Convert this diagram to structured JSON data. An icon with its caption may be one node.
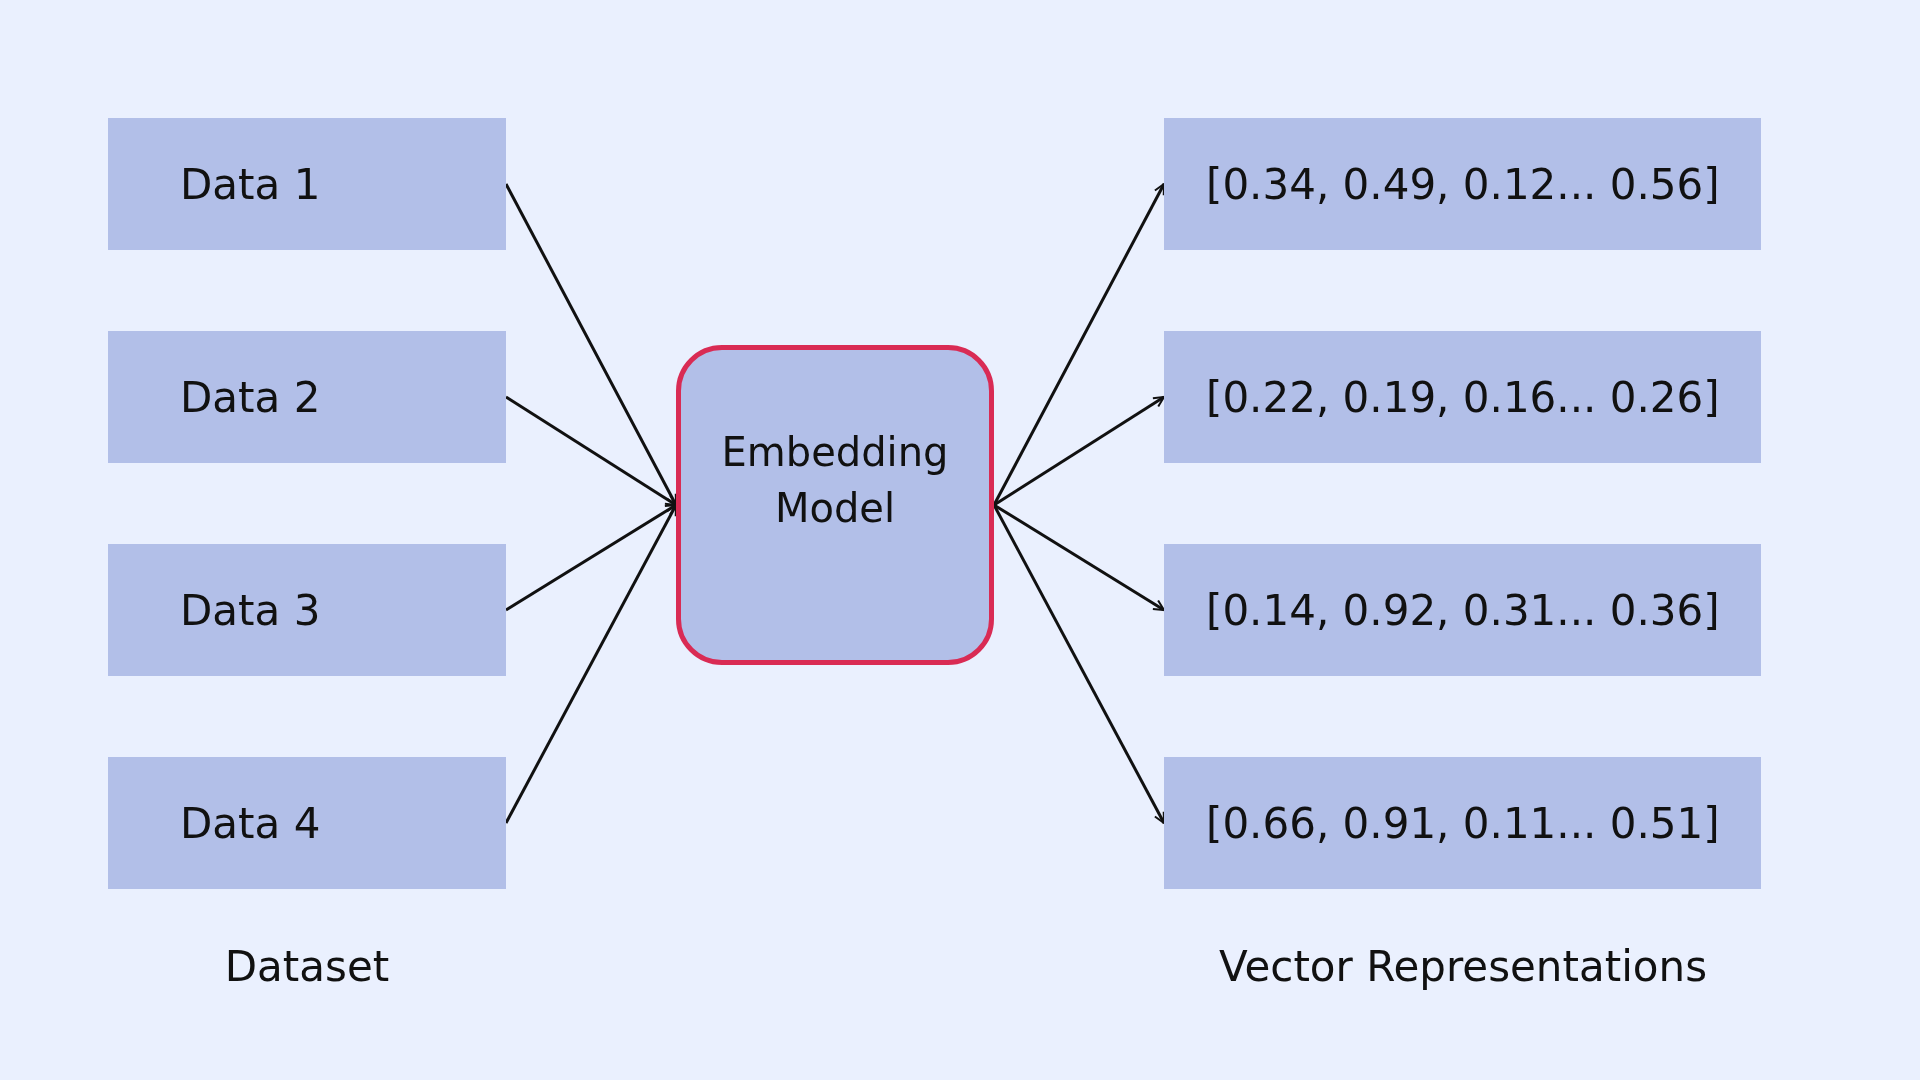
{
  "diagram": {
    "nodes": [
      {
        "text": [
          "Data 1"
        ]
      },
      {
        "text": [
          "Data 2"
        ]
      },
      {
        "text": [
          "Data 3"
        ]
      },
      {
        "text": [
          "Data 4"
        ]
      },
      {
        "text": [
          "Embedding Model"
        ]
      },
      {
        "text": [
          "[0.34, 0.49, 0.12... 0.56]"
        ]
      },
      {
        "text": [
          "[0.22, 0.19, 0.16... 0.26]"
        ]
      },
      {
        "text": [
          "[0.14, 0.92, 0.31... 0.36]"
        ]
      },
      {
        "text": [
          "[0.66, 0.91, 0.11... 0.51]"
        ]
      }
    ],
    "edges": [
      {
        "from": 0,
        "to": 4,
        "arrow": "to"
      },
      {
        "from": 1,
        "to": 4,
        "arrow": "to"
      },
      {
        "from": 2,
        "to": 4,
        "arrow": "to"
      },
      {
        "from": 3,
        "to": 4,
        "arrow": "to"
      },
      {
        "from": 4,
        "to": 5,
        "arrow": "to"
      },
      {
        "from": 4,
        "to": 6,
        "arrow": "to"
      },
      {
        "from": 4,
        "to": 7,
        "arrow": "to"
      },
      {
        "from": 4,
        "to": 8,
        "arrow": "to"
      }
    ],
    "labels": [
      "Dataset",
      "Vector Representations"
    ]
  }
}
